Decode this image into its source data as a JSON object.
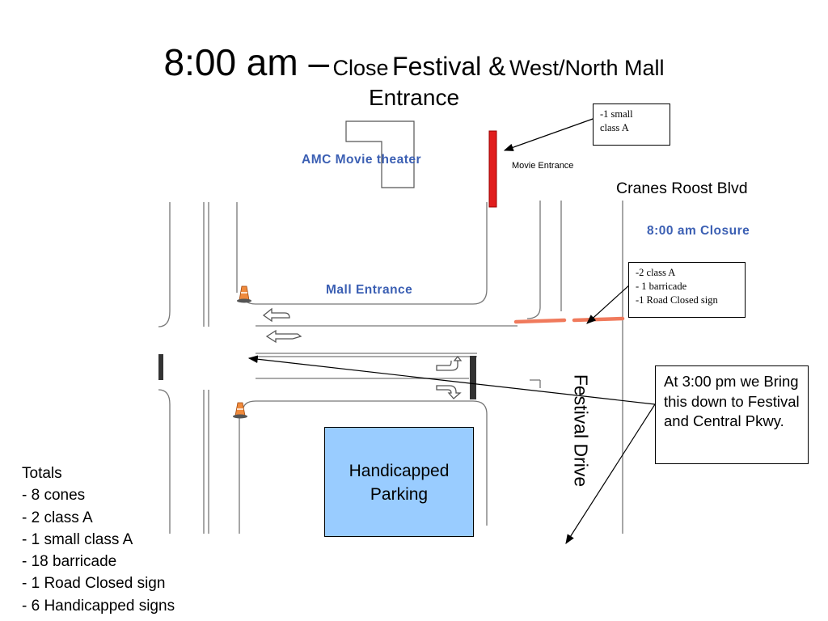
{
  "title": {
    "time": "8:00 am –",
    "close_word": "Close",
    "festival_word": "Festival &",
    "west_north": "West/North Mall",
    "entrance": "Entrance"
  },
  "labels": {
    "amc": "AMC  Movie  theater",
    "movie_entrance": "Movie Entrance",
    "cranes_roost": "Cranes Roost Blvd",
    "closure": "8:00  am  Closure",
    "mall_entrance": "Mall  Entrance",
    "festival_drive": "Festival Drive"
  },
  "callouts": {
    "small_class": [
      "-1 small",
      "class A"
    ],
    "class_a": [
      "-2 class A",
      "- 1 barricade",
      "-1 Road Closed sign"
    ],
    "note": "At 3:00 pm we Bring this down to Festival and Central Pkwy."
  },
  "handicapped": [
    "Handicapped",
    "Parking"
  ],
  "totals": {
    "heading": "Totals",
    "items": [
      "- 8 cones",
      "- 2 class A",
      "- 1 small class A",
      "- 18 barricade",
      "- 1 Road Closed sign",
      "- 6 Handicapped signs"
    ]
  },
  "colors": {
    "barrier_red": "#e11d1d",
    "barricade_salmon": "#f07a5c",
    "label_blue": "#3b5fb3",
    "parking_blue": "#99ccff",
    "cone_orange": "#f08a3c"
  },
  "icons": [
    "traffic-cone-icon",
    "u-turn-arrow-icon",
    "barrier-icon",
    "arrow-icon"
  ]
}
